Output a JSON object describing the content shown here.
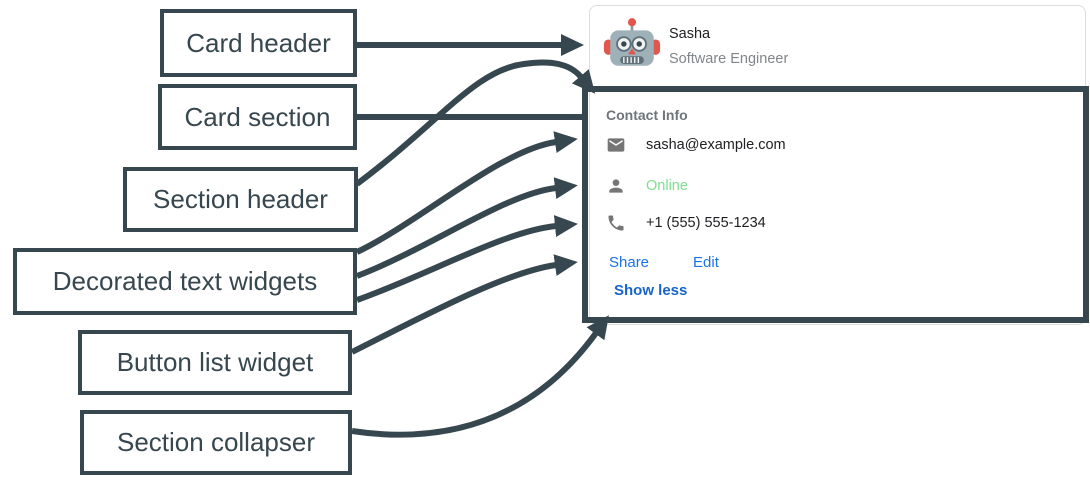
{
  "annotations": {
    "items": [
      {
        "label": "Card header"
      },
      {
        "label": "Card section"
      },
      {
        "label": "Section header"
      },
      {
        "label": "Decorated text widgets"
      },
      {
        "label": "Button list widget"
      },
      {
        "label": "Section collapser"
      }
    ]
  },
  "card": {
    "header": {
      "name": "Sasha",
      "subtitle": "Software Engineer",
      "avatar_icon": "robot-avatar"
    },
    "section": {
      "title": "Contact Info",
      "rows": [
        {
          "icon": "email-icon",
          "text": "sasha@example.com",
          "style": "default"
        },
        {
          "icon": "person-icon",
          "text": "Online",
          "style": "green"
        },
        {
          "icon": "phone-icon",
          "text": "+1 (555) 555-1234",
          "style": "default"
        }
      ],
      "buttons": [
        {
          "label": "Share"
        },
        {
          "label": "Edit"
        }
      ],
      "collapser_label": "Show less"
    }
  },
  "colors": {
    "annotation_dark": "#37474F",
    "card_border": "#dadce0",
    "link_blue": "#1a73e8",
    "collapser_blue": "#1765cc",
    "online_green": "#7fdf90",
    "icon_gray": "#757575",
    "text_primary": "#202124",
    "text_secondary": "#80868b"
  }
}
